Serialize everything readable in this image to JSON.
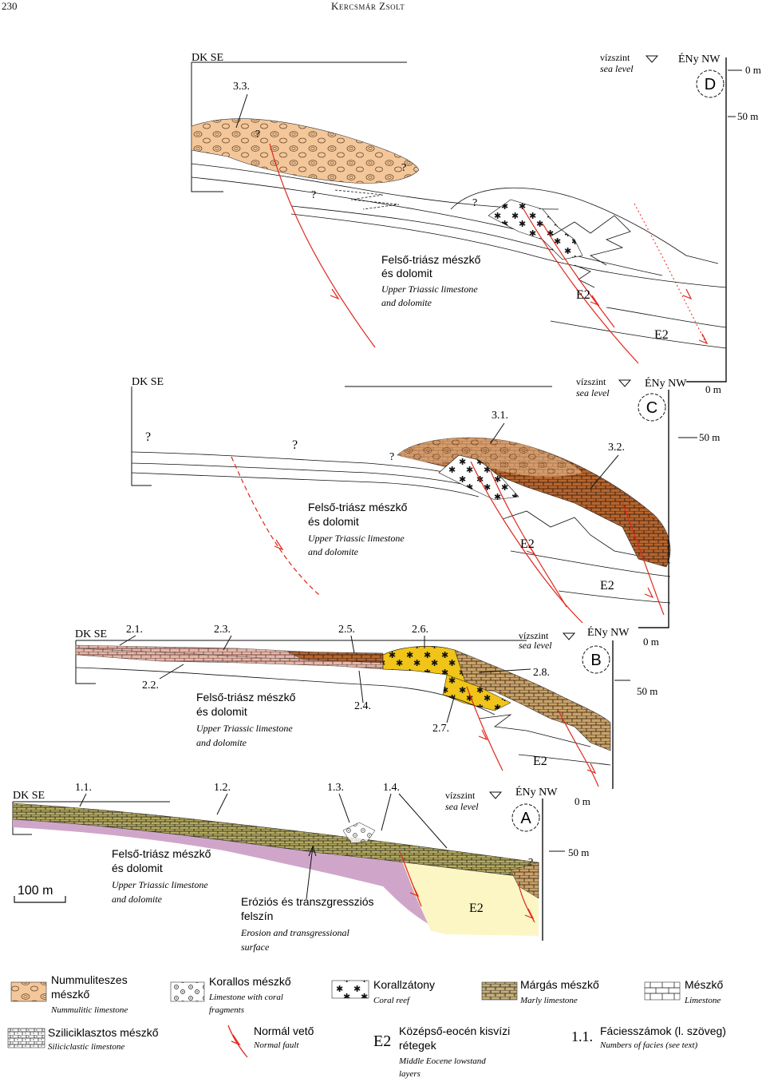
{
  "header": {
    "page_number": "230",
    "author": "Kercsmár Zsolt"
  },
  "orientation": {
    "se": "DK SE",
    "nw": "ÉNy NW"
  },
  "panels": {
    "D": {
      "letter": "D",
      "sea_level": [
        "vízszint",
        "sea level"
      ],
      "scale_top": "0 m",
      "scale_bottom": "50 m",
      "facies": [
        "3.3."
      ],
      "unit": [
        "Felső-triász mészkő",
        "és dolomit",
        "Upper Triassic limestone",
        "and dolomite"
      ],
      "e2": "E2"
    },
    "C": {
      "letter": "C",
      "sea_level": [
        "vízszint",
        "sea level"
      ],
      "scale_top": "0 m",
      "scale_bottom": "50 m",
      "facies": [
        "3.1.",
        "3.2."
      ],
      "unit": [
        "Felső-triász mészkő",
        "és dolomit",
        "Upper Triassic limestone",
        "and dolomite"
      ],
      "e2": "E2"
    },
    "B": {
      "letter": "B",
      "sea_level": [
        "vízszint",
        "sea level"
      ],
      "scale_top": "0 m",
      "scale_bottom": "50 m",
      "facies": [
        "2.1.",
        "2.2.",
        "2.3.",
        "2.4.",
        "2.5.",
        "2.6.",
        "2.7.",
        "2.8."
      ],
      "unit": [
        "Felső-triász mészkő",
        "és dolomit",
        "Upper Triassic limestone",
        "and dolomite"
      ],
      "e2": "E2"
    },
    "A": {
      "letter": "A",
      "sea_level": [
        "vízszint",
        "sea level"
      ],
      "scale_top": "0 m",
      "scale_bottom": "50 m",
      "facies": [
        "1.1.",
        "1.2.",
        "1.3.",
        "1.4."
      ],
      "unit": [
        "Felső-triász mészkő",
        "és dolomit",
        "Upper Triassic limestone",
        "and dolomite"
      ],
      "surface": [
        "Eróziós és transzgressziós",
        "felszín",
        "Erosion and transgressional",
        "surface"
      ],
      "e2": "E2"
    }
  },
  "question_mark": "?",
  "scale_bar": "100 m",
  "legend": [
    {
      "icon": "nummulite-pattern-icon",
      "hu": [
        "Nummuliteszes",
        "mészkő"
      ],
      "en": [
        "Nummulitic limestone"
      ]
    },
    {
      "icon": "coral-fragment-pattern-icon",
      "hu": [
        "Korallos mészkő"
      ],
      "en": [
        "Limestone with coral",
        "fragments"
      ]
    },
    {
      "icon": "coral-reef-pattern-icon",
      "hu": [
        "Korallzátony"
      ],
      "en": [
        "Coral reef"
      ]
    },
    {
      "icon": "marly-limestone-pattern-icon",
      "hu": [
        "Márgás mészkő"
      ],
      "en": [
        "Marly limestone"
      ]
    },
    {
      "icon": "limestone-pattern-icon",
      "hu": [
        "Mészkő"
      ],
      "en": [
        "Limestone"
      ]
    },
    {
      "icon": "siliciclastic-limestone-pattern-icon",
      "hu": [
        "Sziliciklasztos mészkő"
      ],
      "en": [
        "Siliciclastic limestone"
      ]
    },
    {
      "icon": "normal-fault-arrow-icon",
      "hu": [
        "Normál vető"
      ],
      "en": [
        "Normal fault"
      ]
    },
    {
      "icon": "e2-symbol-icon",
      "symbol": "E2",
      "hu": [
        "Középső-eocén kisvízi",
        "rétegek"
      ],
      "en": [
        "Middle Eocene lowstand",
        "layers"
      ]
    },
    {
      "icon": "facies-number-icon",
      "symbol": "1.1.",
      "hu": [
        "Fáciesszámok (l. szöveg)"
      ],
      "en": [
        "Numbers of facies (see text)"
      ]
    }
  ],
  "colors": {
    "nummulitic": "#f3c79a",
    "brown": "#b5652e",
    "yellow": "#f0c419",
    "purple": "#cfa6c9",
    "pale_yellow": "#fbf6c4",
    "pink": "#e3b7ab",
    "fault": "#e0261b"
  }
}
